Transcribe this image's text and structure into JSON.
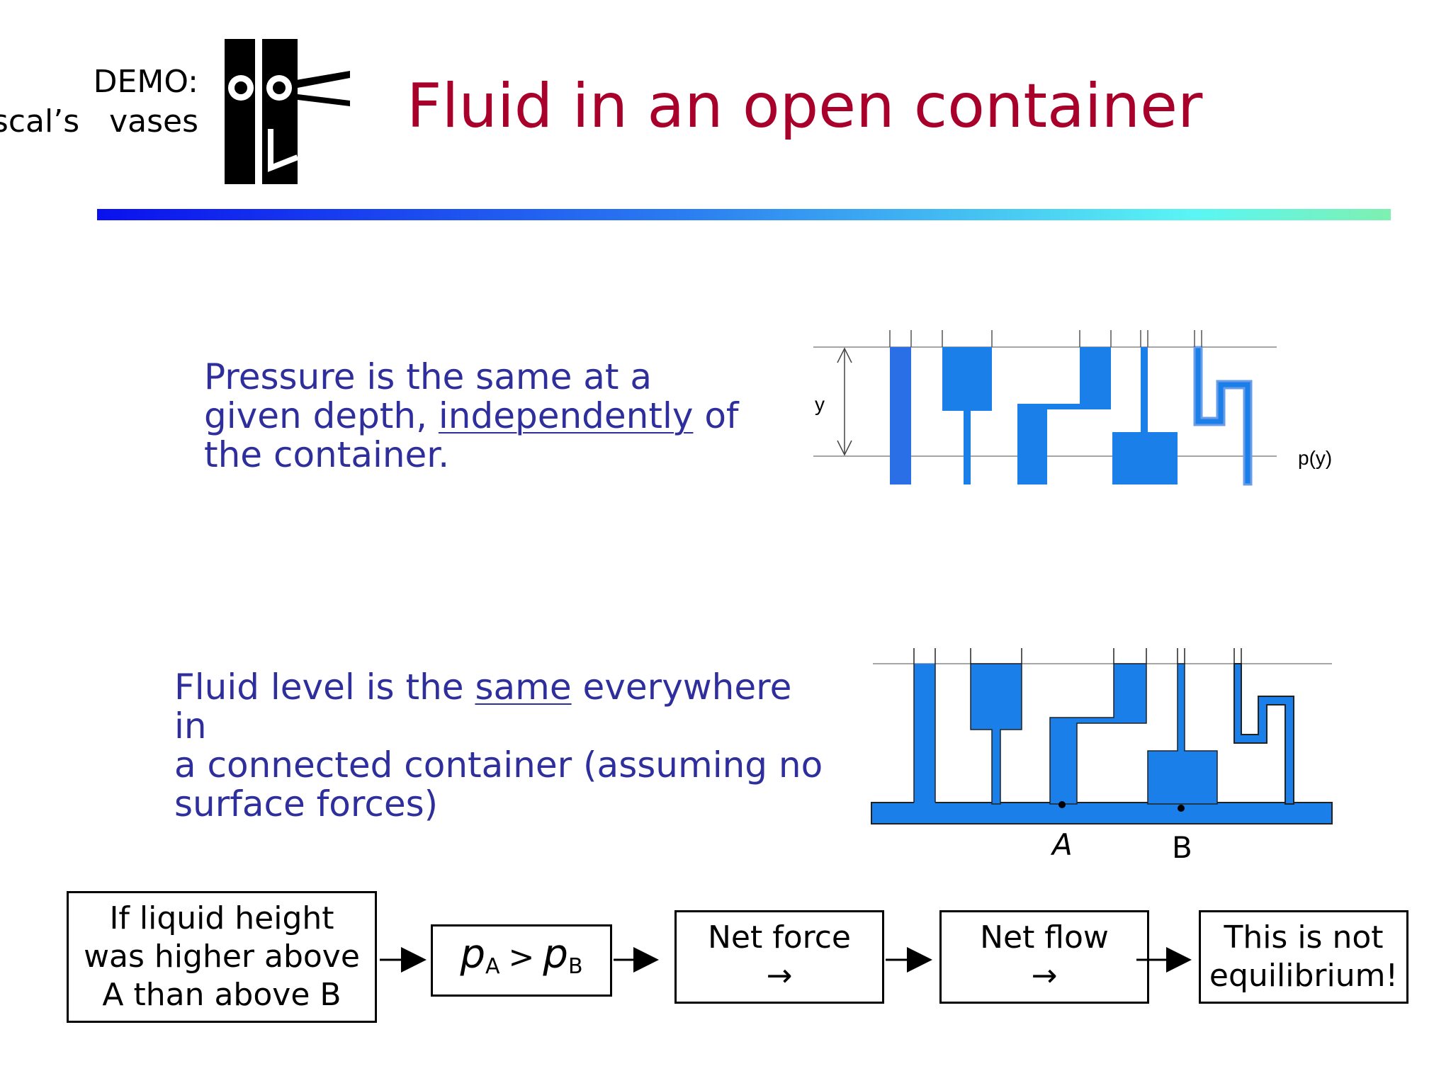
{
  "header": {
    "demo_line1": "DEMO:",
    "demo_line2": "ascal’s   vases",
    "title": "Fluid in an open container"
  },
  "section1": {
    "line1": "Pressure is the same at a",
    "line2_pre": "given depth, ",
    "line2_u": "independently",
    "line2_post": " of",
    "line3": "the container.",
    "diagram_y_label": "y",
    "diagram_p_label": "p(y)"
  },
  "section2": {
    "line1_pre": "Fluid level is the ",
    "line1_u": "same",
    "line1_post": " everywhere in",
    "line2": "a connected container (assuming no",
    "line3": "surface forces)",
    "point_a": "A",
    "point_b": "B"
  },
  "flow": {
    "box1": [
      "If liquid height",
      "was higher above",
      "A than above B"
    ],
    "box2": {
      "p": "p",
      "a": "A",
      "gt": ">",
      "b": "B"
    },
    "box3": [
      "Net force",
      "→"
    ],
    "box4": [
      "Net flow",
      "→"
    ],
    "box5": [
      "This is not",
      "equilibrium!"
    ]
  },
  "colors": {
    "title": "#a8002a",
    "text": "#2e2e9c",
    "fluid": "#1a7fe8"
  }
}
